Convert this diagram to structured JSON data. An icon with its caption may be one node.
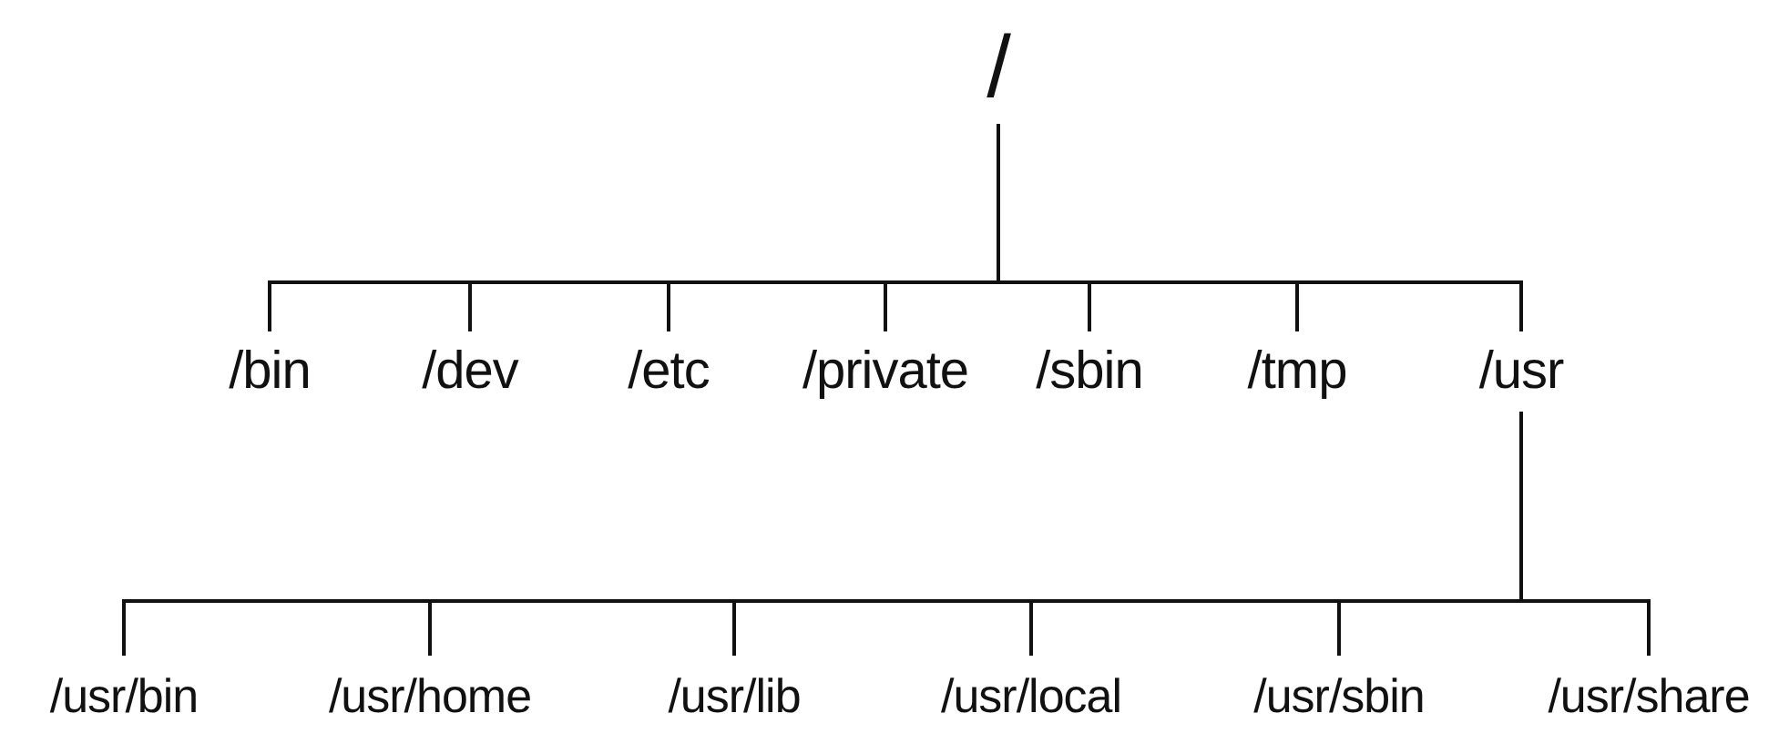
{
  "diagram": {
    "nodes": [
      {
        "text": [
          "/"
        ]
      },
      {
        "text": [
          "/bin"
        ]
      },
      {
        "text": [
          "/dev"
        ]
      },
      {
        "text": [
          "/etc"
        ]
      },
      {
        "text": [
          "/private"
        ]
      },
      {
        "text": [
          "/sbin"
        ]
      },
      {
        "text": [
          "/tmp"
        ]
      },
      {
        "text": [
          "/usr"
        ]
      },
      {
        "text": [
          "/usr/bin"
        ]
      },
      {
        "text": [
          "/usr/home"
        ]
      },
      {
        "text": [
          "/usr/lib"
        ]
      },
      {
        "text": [
          "/usr/local"
        ]
      },
      {
        "text": [
          "/usr/sbin"
        ]
      },
      {
        "text": [
          "/usr/share"
        ]
      }
    ],
    "edges": [
      {
        "from": 0,
        "to": 1,
        "arrow": "none"
      },
      {
        "from": 0,
        "to": 2,
        "arrow": "none"
      },
      {
        "from": 0,
        "to": 3,
        "arrow": "none"
      },
      {
        "from": 0,
        "to": 4,
        "arrow": "none"
      },
      {
        "from": 0,
        "to": 5,
        "arrow": "none"
      },
      {
        "from": 0,
        "to": 6,
        "arrow": "none"
      },
      {
        "from": 0,
        "to": 7,
        "arrow": "none"
      },
      {
        "from": 7,
        "to": 8,
        "arrow": "none"
      },
      {
        "from": 7,
        "to": 9,
        "arrow": "none"
      },
      {
        "from": 7,
        "to": 10,
        "arrow": "none"
      },
      {
        "from": 7,
        "to": 11,
        "arrow": "none"
      },
      {
        "from": 7,
        "to": 12,
        "arrow": "none"
      },
      {
        "from": 7,
        "to": 13,
        "arrow": "none"
      }
    ]
  }
}
